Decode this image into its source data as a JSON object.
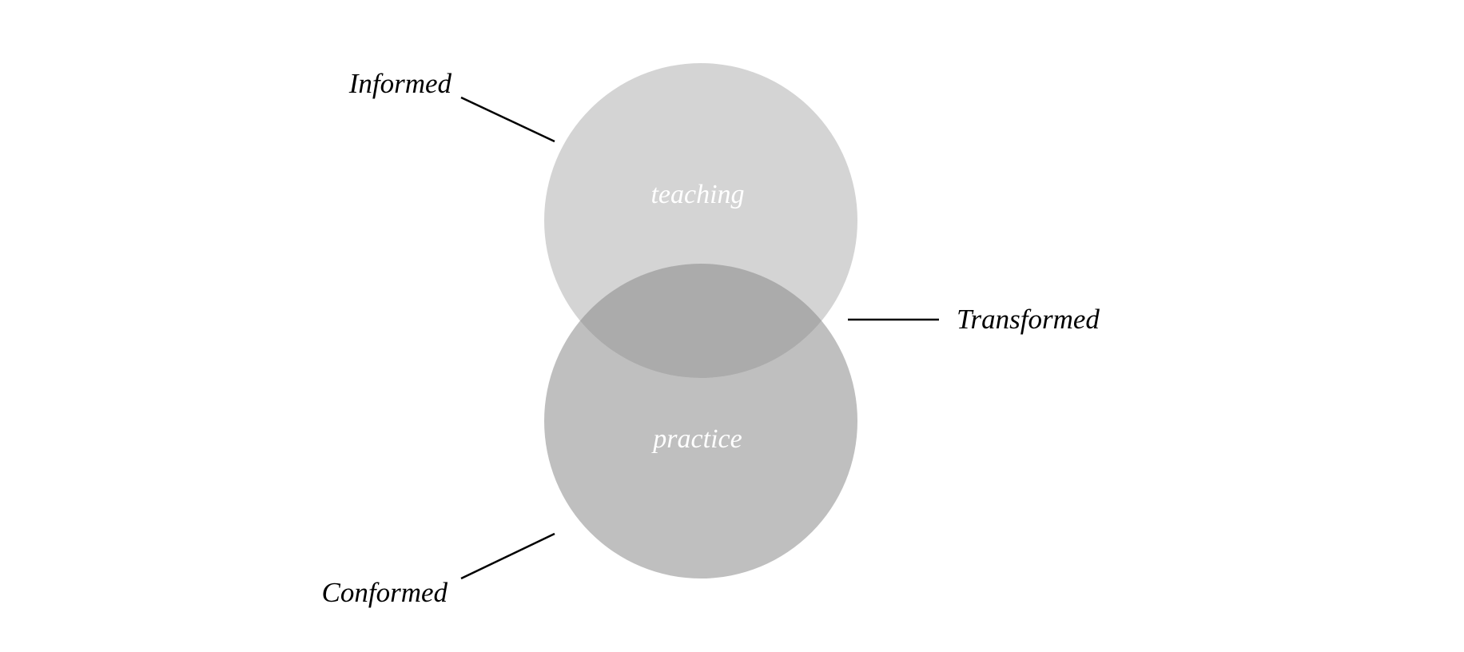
{
  "diagram": {
    "circles": {
      "teaching": {
        "label": "teaching",
        "color": "#d4d4d4"
      },
      "practice": {
        "label": "practice",
        "color": "#bfbfbf"
      },
      "overlap_color": "#ababab"
    },
    "labels": {
      "informed": "Informed",
      "transformed": "Transformed",
      "conformed": "Conformed"
    },
    "text_colors": {
      "circle_text": "#ffffff",
      "outer_text": "#000000",
      "leader_line": "#000000"
    }
  }
}
